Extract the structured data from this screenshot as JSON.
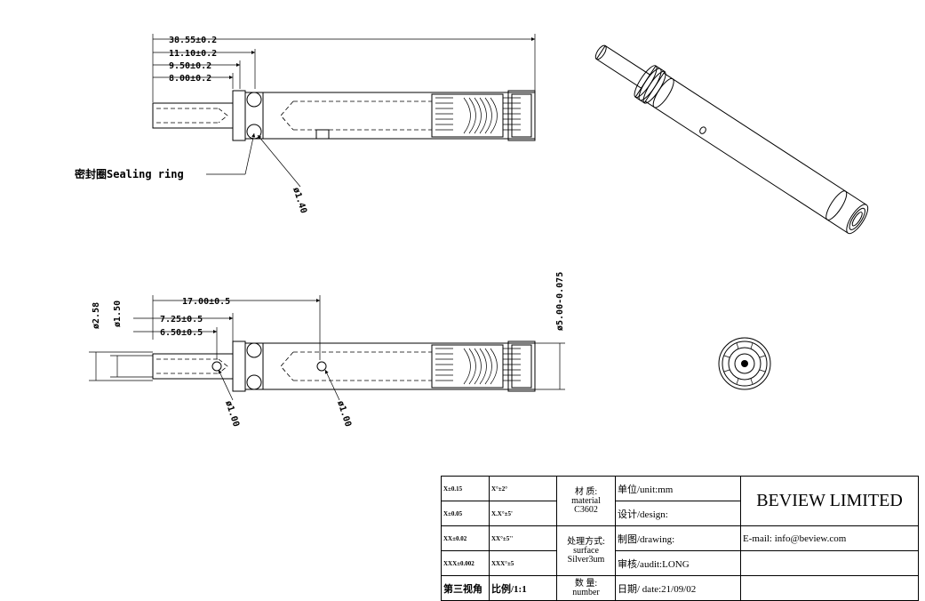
{
  "top_view": {
    "dims": [
      "38.55±0.2",
      "11.10±0.2",
      "9.50±0.2",
      "8.00±0.2"
    ],
    "sealing_ring_label": "密封圈Sealing ring",
    "hole_dia": "ø1.40"
  },
  "side_view": {
    "dim_length": "17.00±0.5",
    "dim_a": "7.25±0.5",
    "dim_b": "6.50±0.5",
    "dia_outer": "ø2.58",
    "dia_inner": "ø1.50",
    "dia_body": "ø5.00-0.075",
    "hole1": "ø1.00",
    "hole2": "ø1.00"
  },
  "title_block": {
    "tol": [
      {
        "lin": "X±0.15",
        "ang": "X°±2°"
      },
      {
        "lin": "X±0.05",
        "ang": "X.X°±5'"
      },
      {
        "lin": "XX±0.02",
        "ang": "XX°±5''"
      },
      {
        "lin": "XXX±0.002",
        "ang": "XXX°±5"
      }
    ],
    "projection": "第三视角",
    "scale": "比例/1:1",
    "material_label": "材    质:",
    "material_en": "material",
    "material_value": "C3602",
    "surface_label": "处理方式:",
    "surface_en": "surface",
    "surface_value": "Silver3um",
    "quantity_label": "数    量:",
    "quantity_en": "number",
    "unit": "单位/unit:mm",
    "design": "设计/design:",
    "drawing": "制图/drawing:",
    "audit": "审核/audit:LONG",
    "date": "日期/ date:21/09/02",
    "company": "BEVIEW LIMITED",
    "email": "E-mail: info@beview.com"
  }
}
